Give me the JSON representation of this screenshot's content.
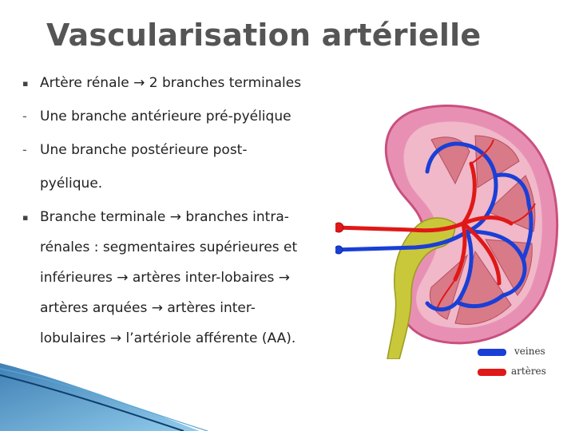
{
  "slide": {
    "title": "Vascularisation artérielle",
    "lines": [
      {
        "marker": "▪",
        "bold": "Artère rénale",
        "rest": " → 2 branches terminales"
      },
      {
        "marker": "-",
        "bold": "",
        "rest": "Une  branche antérieure pré-pyélique"
      },
      {
        "marker": "-",
        "bold": "",
        "rest": "Une branche postérieure post-"
      },
      {
        "marker": "",
        "bold": "",
        "rest": "pyélique."
      },
      {
        "marker": "▪",
        "bold": "Branche  terminale",
        "rest": " →  branches intra-"
      },
      {
        "marker": "",
        "bold": "",
        "rest": "rénales : segmentaires supérieures et"
      },
      {
        "marker": "",
        "bold": "",
        "rest": "inférieures → artères inter-lobaires →"
      },
      {
        "marker": "",
        "bold": "",
        "rest": "artères arquées → artères inter-"
      },
      {
        "marker": "",
        "bold": "",
        "rest": "lobulaires → l’artériole afférente (AA)."
      }
    ]
  },
  "legend": {
    "veins_label": "veines",
    "arteries_label": "artères",
    "veins_color": "#1a3fd6",
    "arteries_color": "#e01818"
  },
  "diagram": {
    "icon": "kidney-vascular-illustration"
  }
}
